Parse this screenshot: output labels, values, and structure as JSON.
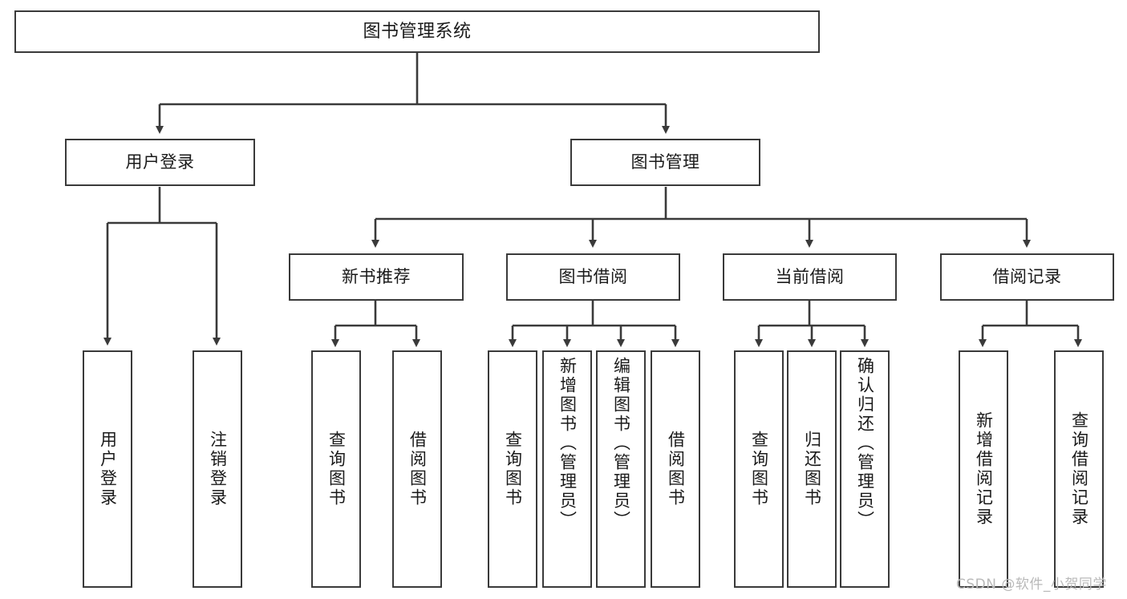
{
  "diagram": {
    "title": "图书管理系统",
    "type": "tree-hierarchy-chart",
    "watermark": "CSDN @软件_小贺同学",
    "colors": {
      "box_border": "#3a3a3a",
      "box_fill": "#ffffff",
      "text": "#1a1a1a",
      "connector": "#3a3a3a",
      "watermark": "#b9b9b9",
      "background": "#ffffff"
    },
    "root": {
      "label": "图书管理系统"
    },
    "level2": [
      {
        "label": "用户登录"
      },
      {
        "label": "图书管理"
      }
    ],
    "level3": [
      {
        "label": "新书推荐"
      },
      {
        "label": "图书借阅"
      },
      {
        "label": "当前借阅"
      },
      {
        "label": "借阅记录"
      }
    ],
    "leaves": {
      "user_login": [
        {
          "label": "用户登录"
        },
        {
          "label": "注销登录"
        }
      ],
      "new_book_recommend": [
        {
          "label": "查询图书"
        },
        {
          "label": "借阅图书"
        }
      ],
      "book_borrow": [
        {
          "label": "查询图书"
        },
        {
          "label": "新增图书（管理员）"
        },
        {
          "label": "编辑图书（管理员）"
        },
        {
          "label": "借阅图书"
        }
      ],
      "current_borrow": [
        {
          "label": "查询图书"
        },
        {
          "label": "归还图书"
        },
        {
          "label": "确认归还（管理员）"
        }
      ],
      "borrow_record": [
        {
          "label": "新增借阅记录"
        },
        {
          "label": "查询借阅记录"
        }
      ]
    }
  }
}
